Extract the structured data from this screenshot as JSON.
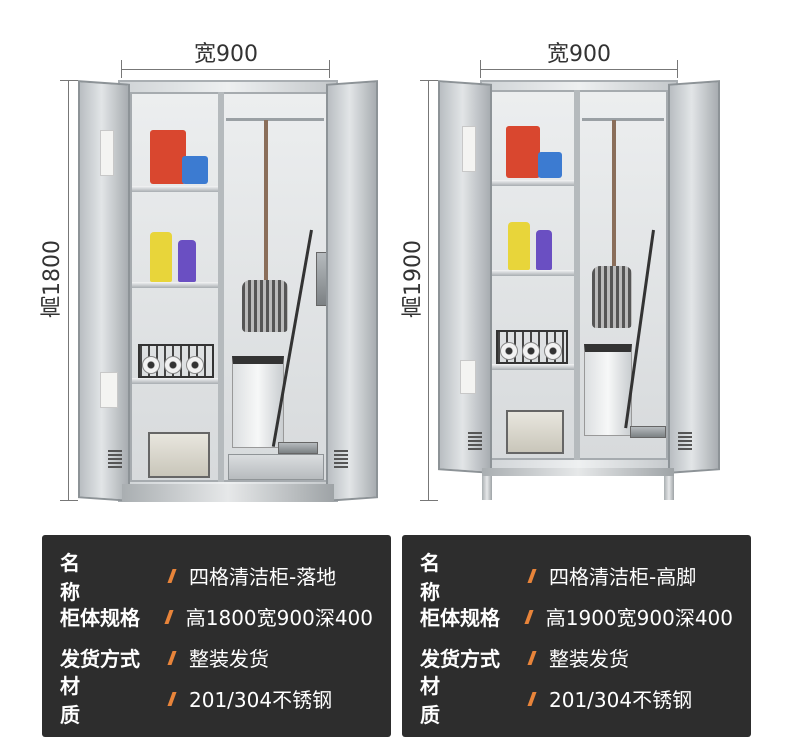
{
  "products": [
    {
      "width_label": "宽900",
      "height_label": "高1800",
      "specs": [
        {
          "label": "名称",
          "value": "四格清洁柜-落地"
        },
        {
          "label": "柜体规格",
          "value": "高1800宽900深400"
        },
        {
          "label": "发货方式",
          "value": "整装发货"
        },
        {
          "label": "材质",
          "value": "201/304不锈钢"
        }
      ]
    },
    {
      "width_label": "宽900",
      "height_label": "高1900",
      "specs": [
        {
          "label": "名称",
          "value": "四格清洁柜-高脚"
        },
        {
          "label": "柜体规格",
          "value": "高1900宽900深400"
        },
        {
          "label": "发货方式",
          "value": "整装发货"
        },
        {
          "label": "材质",
          "value": "201/304不锈钢"
        }
      ]
    }
  ],
  "colors": {
    "panel_bg": "#2d2d2d",
    "accent_slash": "#e8843a",
    "text": "#ffffff"
  }
}
